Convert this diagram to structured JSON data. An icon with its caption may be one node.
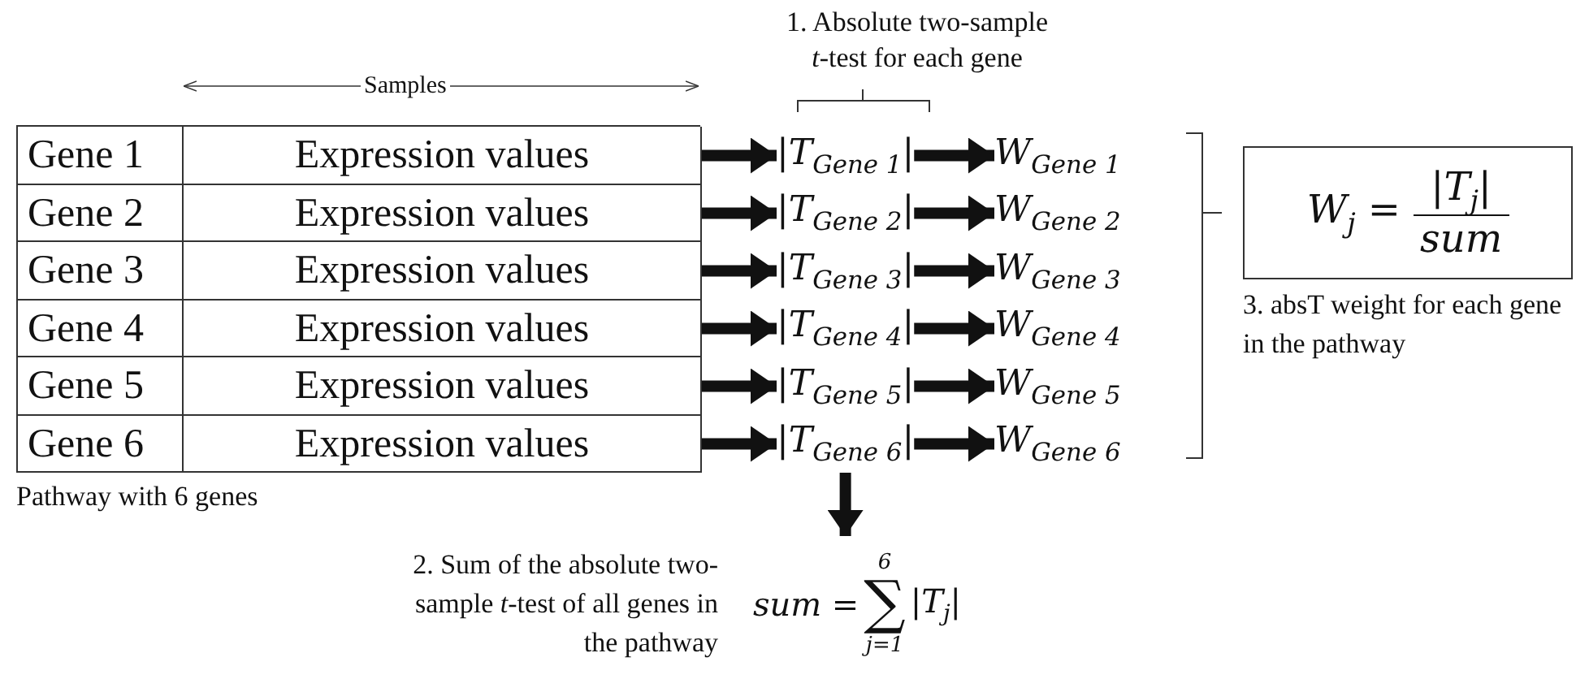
{
  "diagram": {
    "nodes": [
      {
        "text": [],
        "shape": "box",
        "beside": [
          "Pathway with 6 genes"
        ]
      },
      {
        "text": [
          "Gene 1",
          "Expression values"
        ],
        "in": 0
      },
      {
        "text": [
          "Gene 2",
          "Expression values"
        ],
        "in": 0
      },
      {
        "text": [
          "Gene 3",
          "Expression values"
        ],
        "in": 0
      },
      {
        "text": [
          "Gene 4",
          "Expression values"
        ],
        "in": 0
      },
      {
        "text": [
          "Gene 5",
          "Expression values"
        ],
        "in": 0
      },
      {
        "text": [
          "Gene 6",
          "Expression values"
        ],
        "in": 0
      },
      {
        "text": [
          "|T$_{Gene 1}$|"
        ]
      },
      {
        "text": [
          "|T$_{Gene 2}$|"
        ]
      },
      {
        "text": [
          "|T$_{Gene 3}$|"
        ]
      },
      {
        "text": [
          "|T$_{Gene 4}$|"
        ]
      },
      {
        "text": [
          "|T$_{Gene 5}$|"
        ]
      },
      {
        "text": [
          "|T$_{Gene 6}$|"
        ]
      },
      {
        "text": [
          "W$_{Gene 1}$"
        ]
      },
      {
        "text": [
          "W$_{Gene 2}$"
        ]
      },
      {
        "text": [
          "W$_{Gene 3}$"
        ]
      },
      {
        "text": [
          "W$_{Gene 4}$"
        ]
      },
      {
        "text": [
          "W$_{Gene 5}$"
        ]
      },
      {
        "text": [
          "W$_{Gene 6}$"
        ]
      },
      {
        "text": [
          "W$_{j}$ =",
          "|T$_{j}$|",
          "sum"
        ],
        "beside": [
          "3. absT weight for each gene in the pathway"
        ]
      },
      {
        "text": [
          "sum =",
          "6",
          "∑",
          "j=1",
          "|T$_{j}$|"
        ],
        "beside": [
          "2. Sum of the absolute two-sample *t*-test of all genes in the pathway"
        ]
      }
    ],
    "edges": [
      {
        "from": 1,
        "to": 7,
        "arrow": "to"
      },
      {
        "from": 2,
        "to": 8,
        "arrow": "to"
      },
      {
        "from": 3,
        "to": 9,
        "arrow": "to"
      },
      {
        "from": 4,
        "to": 10,
        "arrow": "to"
      },
      {
        "from": 5,
        "to": 11,
        "arrow": "to"
      },
      {
        "from": 6,
        "to": 12,
        "arrow": "to"
      },
      {
        "from": 7,
        "to": 13,
        "arrow": "to"
      },
      {
        "from": 8,
        "to": 14,
        "arrow": "to"
      },
      {
        "from": 9,
        "to": 15,
        "arrow": "to"
      },
      {
        "from": 10,
        "to": 16,
        "arrow": "to"
      },
      {
        "from": 11,
        "to": 17,
        "arrow": "to"
      },
      {
        "from": 12,
        "to": 18,
        "arrow": "to"
      },
      {
        "from": 12,
        "to": 20,
        "arrow": "to"
      }
    ],
    "labels": [
      "Samples",
      "1. Absolute two-sample *t*-test for each gene"
    ]
  }
}
